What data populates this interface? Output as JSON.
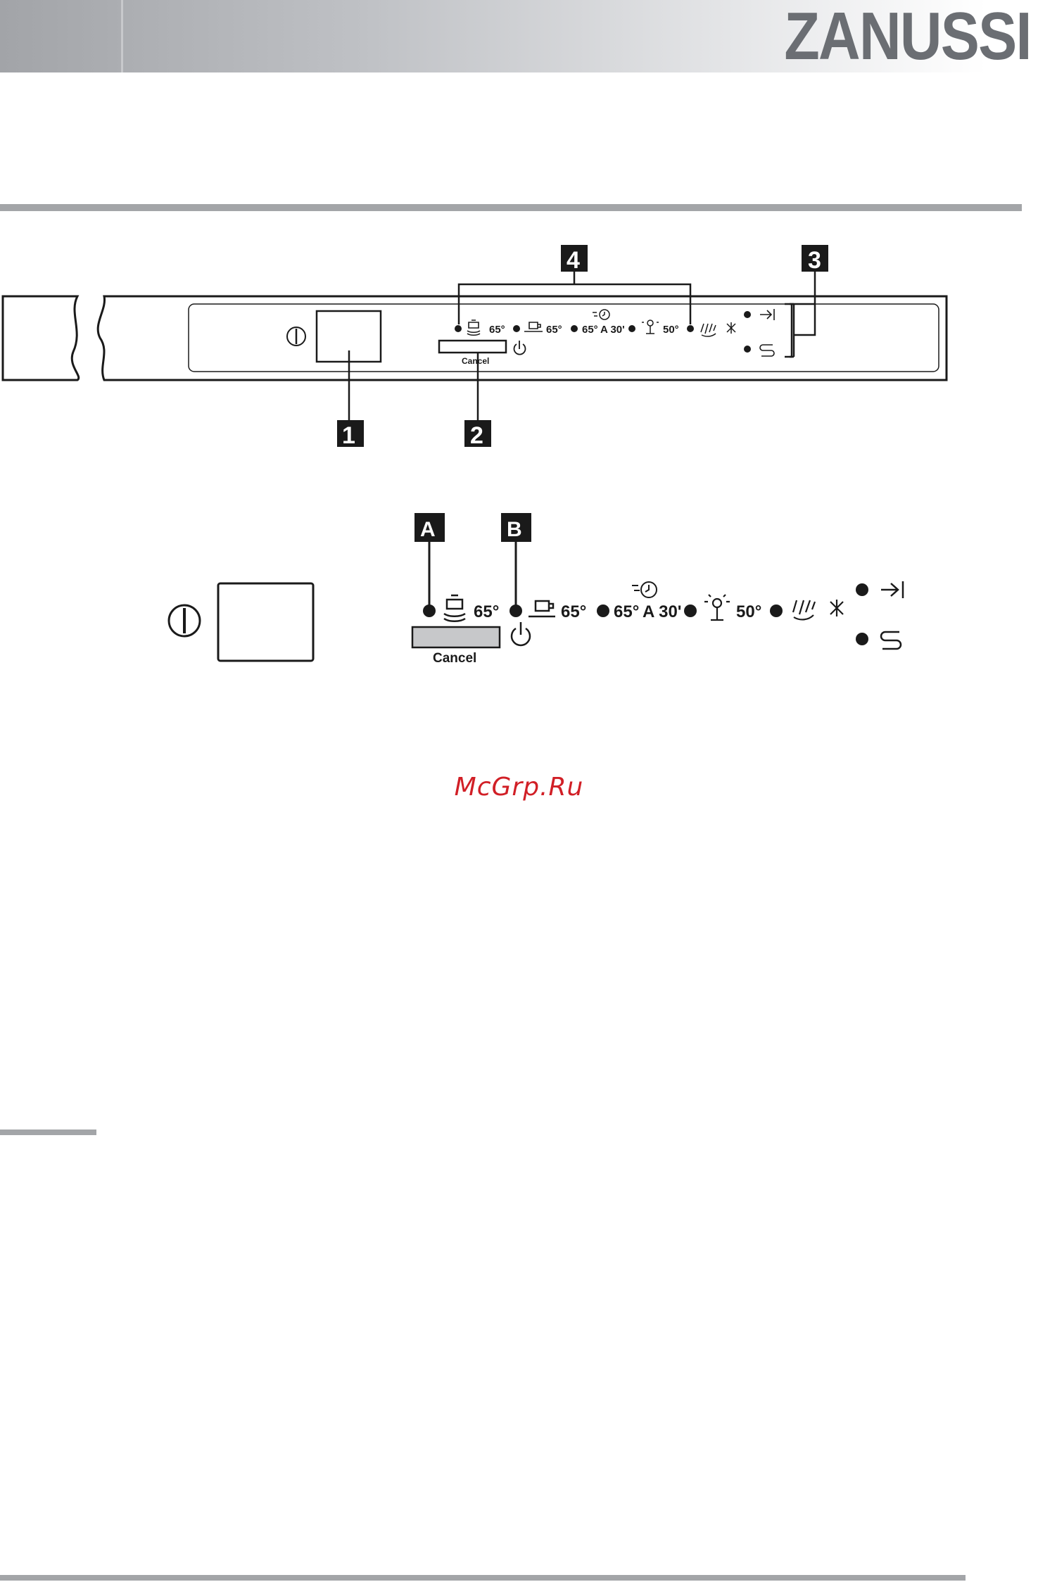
{
  "brand": {
    "logo_text": "ZANUSSI"
  },
  "watermark": {
    "text": "McGrp.Ru"
  },
  "callouts": {
    "one": "1",
    "two": "2",
    "three": "3",
    "four": "4",
    "a": "A",
    "b": "B"
  },
  "panel": {
    "cancel_label": "Cancel",
    "programmes": [
      {
        "icon": "intensive-pans-icon",
        "temp": "65°"
      },
      {
        "icon": "cup-normal-icon",
        "temp": "65°"
      },
      {
        "icon": "rapid-clock-icon",
        "temp": "65°",
        "extra": "A 30'"
      },
      {
        "icon": "glass-eco-icon",
        "temp": "50°"
      },
      {
        "icon": "rinse-hold-icon",
        "temp": ""
      }
    ],
    "indicators": [
      {
        "icon": "end-indicator-icon"
      },
      {
        "icon": "salt-indicator-icon"
      }
    ]
  },
  "colors": {
    "header_gray": "#a2a4a8",
    "logo_gray": "#6b6e73",
    "watermark_red": "#d11f26",
    "cancel_fill": "#c7c8ca"
  }
}
